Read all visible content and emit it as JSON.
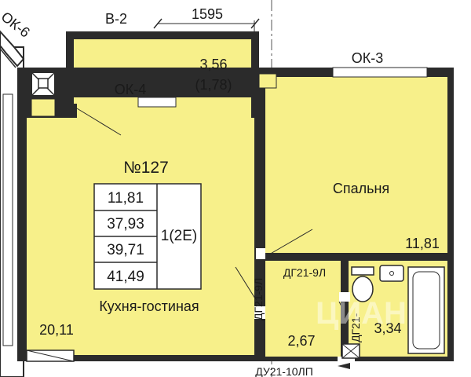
{
  "markers": {
    "balcony_code": "В-2",
    "balcony_dimension": "1595",
    "window_ok6": "ОК-6",
    "window_ok4": "ОК-4",
    "window_ok3": "ОК-3"
  },
  "balcony": {
    "area": "3,56",
    "area_reduced": "(1,78)"
  },
  "apartment": {
    "number": "№127",
    "areas": [
      "11,81",
      "37,93",
      "39,71",
      "41,49"
    ],
    "room_type": "1(2Е)"
  },
  "rooms": {
    "living": {
      "name": "Кухня-гостиная",
      "area": "20,11"
    },
    "bedroom": {
      "name": "Спальня",
      "area": "11,81"
    },
    "hall": {
      "area": "2,67"
    },
    "bathroom": {
      "area": "3,34"
    }
  },
  "doors": {
    "dg21_9l_horizontal": "ДГ21-9Л",
    "dg21_9l_vertical": "ДГ21-9Л",
    "dg21_bath": "ДГ21-",
    "du21_10lp": "ДУ21-10ЛП"
  },
  "watermark": "ЦИАН",
  "colors": {
    "floor": "#f7f08a",
    "walls": "#2b2b2b",
    "background": "#ffffff"
  }
}
